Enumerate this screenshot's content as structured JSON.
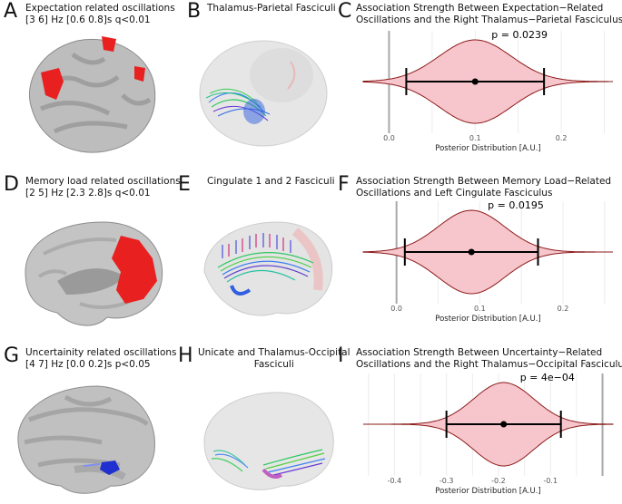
{
  "rows": [
    {
      "brain_letter": "A",
      "brain_caption": [
        "Expectation related oscillations",
        "[3 6] Hz [0.6 0.8]s q<0.01"
      ],
      "tract_letter": "B",
      "tract_caption": [
        "Thalamus-Parietal Fasciculi"
      ],
      "plot_letter": "C",
      "plot_title": [
        "Association Strength Between Expectation−Related",
        "Oscillations and the Right Thalamus−Parietal Fasciculus"
      ],
      "p_label": "p = 0.0239"
    },
    {
      "brain_letter": "D",
      "brain_caption": [
        "Memory load related oscillations",
        "[2 5] Hz [2.3 2.8]s q<0.01"
      ],
      "tract_letter": "E",
      "tract_caption": [
        "Cingulate 1 and 2 Fasciculi"
      ],
      "plot_letter": "F",
      "plot_title": [
        "Association Strength Between Memory Load−Related",
        "Oscillations and Left Cingulate Fasciculus"
      ],
      "p_label": "p = 0.0195"
    },
    {
      "brain_letter": "G",
      "brain_caption": [
        "Uncertainity related oscillations",
        "[4 7] Hz [0.0 0.2]s p<0.05"
      ],
      "tract_letter": "H",
      "tract_caption": [
        "Unicate and Thalamus-Occipital",
        "Fasciculi"
      ],
      "plot_letter": "I",
      "plot_title": [
        "Association Strength Between Uncertainty−Related",
        "Oscillations and the Right Thalamus−Occipital Fasciculus"
      ],
      "p_label": "p = 4e−04"
    }
  ],
  "colors": {
    "violin_fill": "#f6c6cc",
    "violin_edge": "#8b1a1a",
    "activation_red": "#e82020",
    "activation_blue": "#2030d0",
    "brain_gray": "#a8a8a8"
  },
  "chart_data": [
    {
      "type": "violin",
      "title": "Association Strength Between Expectation−Related Oscillations and the Right Thalamus−Parietal Fasciculus",
      "xlabel": "Posterior Distribution [A.U.]",
      "xlim": [
        -0.03,
        0.26
      ],
      "xticks": [
        0.0,
        0.1,
        0.2
      ],
      "xtick_labels": [
        "0.0",
        "0.1",
        "0.2"
      ],
      "median": 0.1,
      "interval": [
        0.02,
        0.18
      ],
      "sd": 0.042,
      "annotation": "p = 0.0239",
      "zero_line": 0.0
    },
    {
      "type": "violin",
      "title": "Association Strength Between Memory Load−Related Oscillations and Left Cingulate Fasciculus",
      "xlabel": "Posterior Distribution [A.U.]",
      "xlim": [
        -0.04,
        0.26
      ],
      "xticks": [
        0.0,
        0.1,
        0.2
      ],
      "xtick_labels": [
        "0.0",
        "0.1",
        "0.2"
      ],
      "median": 0.09,
      "interval": [
        0.01,
        0.17
      ],
      "sd": 0.04,
      "annotation": "p = 0.0195",
      "zero_line": 0.0
    },
    {
      "type": "violin",
      "title": "Association Strength Between Uncertainty−Related Oscillations and the Right Thalamus−Occipital Fasciculus",
      "xlabel": "Posterior Distribution [A.U.]",
      "xlim": [
        -0.46,
        0.02
      ],
      "xticks": [
        -0.4,
        -0.3,
        -0.2,
        -0.1
      ],
      "xtick_labels": [
        "-0.4",
        "-0.3",
        "-0.2",
        "-0.1"
      ],
      "median": -0.19,
      "interval": [
        -0.3,
        -0.08
      ],
      "sd": 0.058,
      "annotation": "p = 4e−04",
      "zero_line": 0.0
    }
  ]
}
